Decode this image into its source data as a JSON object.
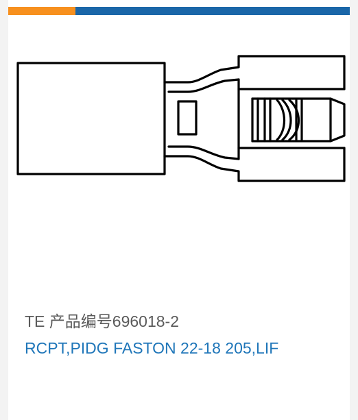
{
  "colors": {
    "accent_orange": "#f7901e",
    "accent_blue": "#1a66a8",
    "text_gray": "#5a5a5a",
    "link_blue": "#1f76b9",
    "drawing_line": "#000000"
  },
  "product": {
    "image_icon": "faston-receptacle-drawing",
    "part_label": "TE 产品编号",
    "part_number": "696018-2",
    "description": "RCPT,PIDG FASTON 22-18 205,LIF"
  }
}
